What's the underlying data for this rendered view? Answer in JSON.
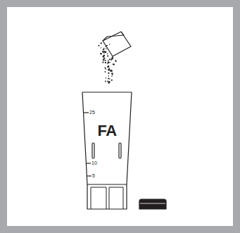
{
  "diagram": {
    "labels": [
      "25",
      "FA",
      "10",
      "5"
    ]
  }
}
